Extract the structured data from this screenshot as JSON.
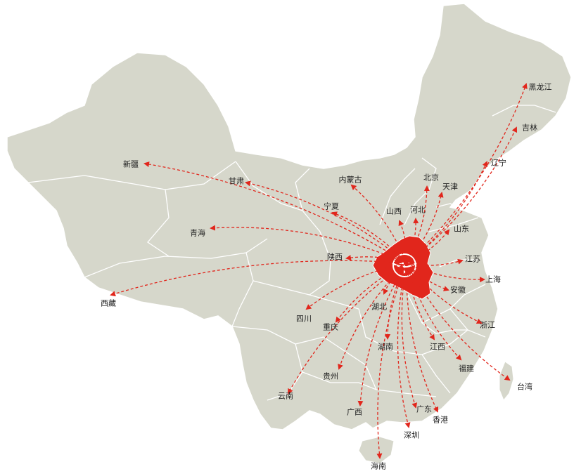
{
  "map": {
    "colors": {
      "land": "#d6d7cb",
      "border": "#ffffff",
      "hub": "#e1261c",
      "route": "#e1261c",
      "label": "#222222"
    },
    "hub": {
      "province": "河南",
      "icon": "logo-mark-icon"
    },
    "destinations": [
      "新疆",
      "甘肃",
      "内蒙古",
      "北京",
      "天津",
      "黑龙江",
      "吉林",
      "辽宁",
      "宁夏",
      "山西",
      "河北",
      "山东",
      "青海",
      "陕西",
      "江苏",
      "上海",
      "西藏",
      "安徽",
      "湖北",
      "四川",
      "重庆",
      "浙江",
      "湖南",
      "江西",
      "福建",
      "贵州",
      "台湾",
      "云南",
      "广西",
      "广东",
      "香港",
      "深圳",
      "海南"
    ]
  }
}
